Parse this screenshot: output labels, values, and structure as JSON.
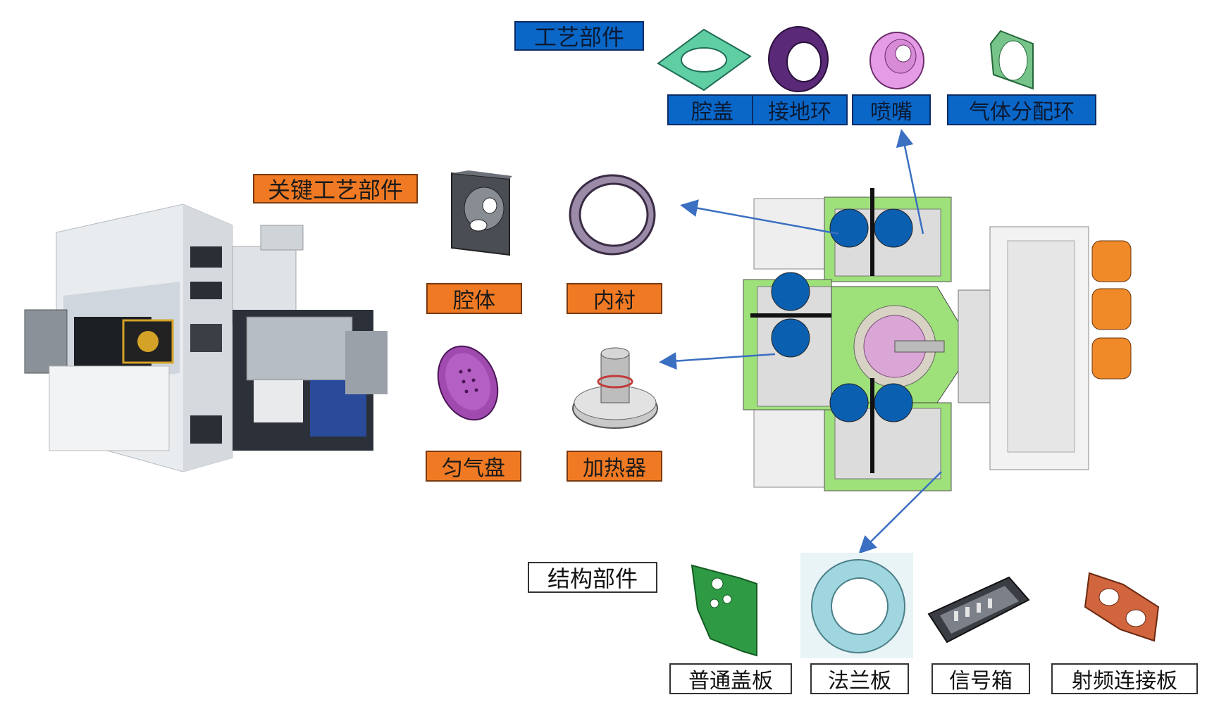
{
  "process_parts": {
    "title": "工艺部件",
    "items": [
      "腔盖",
      "接地环",
      "喷嘴",
      "气体分配环"
    ]
  },
  "key_process_parts": {
    "title": "关键工艺部件",
    "items": [
      "腔体",
      "内衬",
      "匀气盘",
      "加热器"
    ]
  },
  "structural_parts": {
    "title": "结构部件",
    "items": [
      "普通盖板",
      "法兰板",
      "信号箱",
      "射频连接板"
    ]
  },
  "colors": {
    "process_label": "#0a67c8",
    "key_label": "#f07a24",
    "structural_label": "#ffffff",
    "arrow": "#3b6fc2",
    "chamber_blue": "#0b5fb0",
    "frame_green": "#9ee07a"
  }
}
